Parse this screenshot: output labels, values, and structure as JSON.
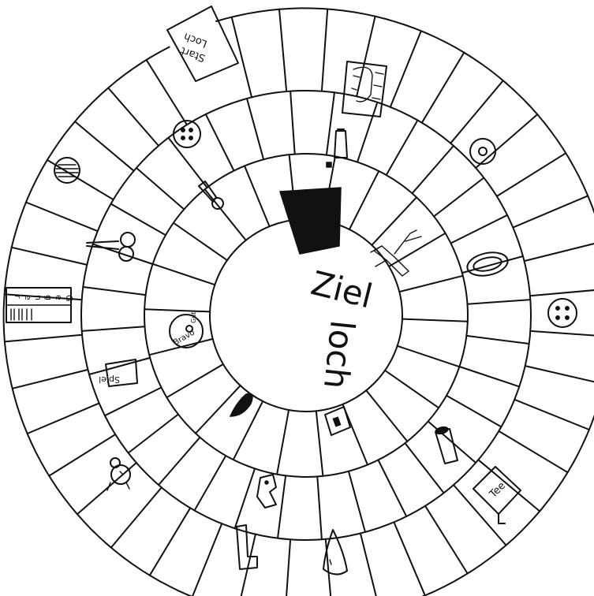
{
  "goal_hole": {
    "line1": "Ziel",
    "line2": "loch"
  },
  "start_label": [
    "Start",
    "Loch"
  ],
  "bravo_disc": {
    "top": "Gut",
    "middle": "Bravo"
  },
  "spiel_box": "Spiel",
  "tee_box": "Tee",
  "gegner_strip": [
    "G",
    "e",
    "g",
    "n",
    "e",
    "r"
  ],
  "icons": {
    "start": "start-hole-icon",
    "arch": "stone-arch-icon",
    "ring_outer": "ring-icon",
    "button4_outer": "four-hole-button-icon",
    "tee_box": "tee-box-icon",
    "pipe_outer": "bent-pipe-icon",
    "cone": "cone-icon",
    "bird": "bird-icon",
    "spiel": "spiel-sign-icon",
    "gegner": "gegner-barrier-icon",
    "grate": "round-grate-icon",
    "button4_second": "four-hole-button-icon",
    "thermometer": "thermometer-icon",
    "tube": "tube-icon",
    "tree": "tree-icon",
    "oval": "oval-ring-icon",
    "cylinder": "cylinder-icon",
    "flag": "flag-icon",
    "robot": "robot-figure-icon",
    "lips": "lips-icon",
    "bravo": "bravo-disc-icon",
    "scissors": "scissors-icon"
  }
}
